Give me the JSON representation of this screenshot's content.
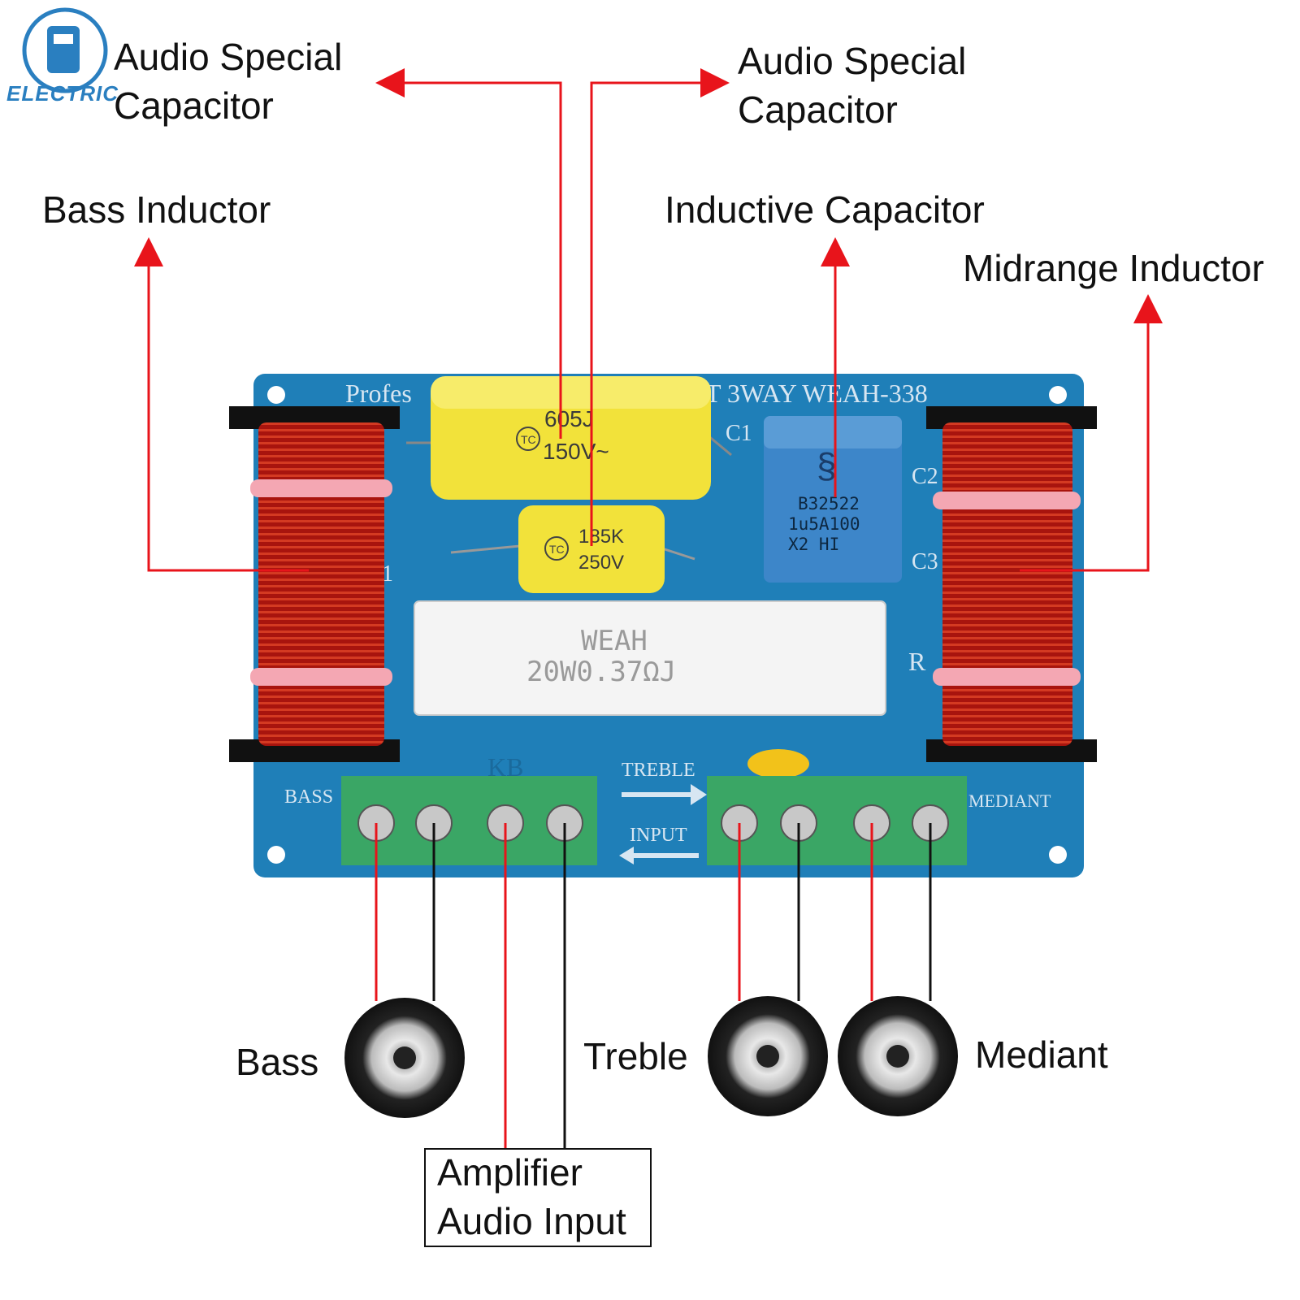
{
  "logo": {
    "text": "ELECTRIC",
    "color": "#2a7fc0"
  },
  "labels": {
    "audio_cap_left": [
      "Audio Special",
      "Capacitor"
    ],
    "audio_cap_right": [
      "Audio Special",
      "Capacitor"
    ],
    "bass_inductor": "Bass Inductor",
    "inductive_capacitor": "Inductive Capacitor",
    "midrange_inductor": "Midrange Inductor",
    "bass": "Bass",
    "treble": "Treble",
    "mediant": "Mediant",
    "amp_input": [
      "Amplifier",
      "Audio Input"
    ]
  },
  "board": {
    "color": "#1f7fb8",
    "title_left": "Profes",
    "title_right": "T 3WAY WEAH-338",
    "silk": {
      "c1": "C1",
      "c2": "C2",
      "c3": "C3",
      "r": "R",
      "l1": "1",
      "bass": "BASS",
      "treble": "TREBLE",
      "input": "INPUT",
      "mediant": "MEDIANT",
      "kb": "KB"
    },
    "cap_large": {
      "line1": "605J",
      "line2": "150V~",
      "brand": "TC"
    },
    "cap_small": {
      "line1": "185K",
      "line2": "250V",
      "brand": "TC"
    },
    "cap_blue": {
      "line1": "B32522",
      "line2": "1u5A100",
      "line3": "X2    HI"
    },
    "resistor": {
      "line1": "WEAH",
      "line2": "20W0.37ΩJ"
    }
  },
  "colors": {
    "leader": "#e8141b",
    "wire_black": "#111111",
    "coil": "#b3160f",
    "cap_yellow": "#f2e23a",
    "cap_blue": "#3d86c9",
    "terminal": "#3aa665"
  }
}
